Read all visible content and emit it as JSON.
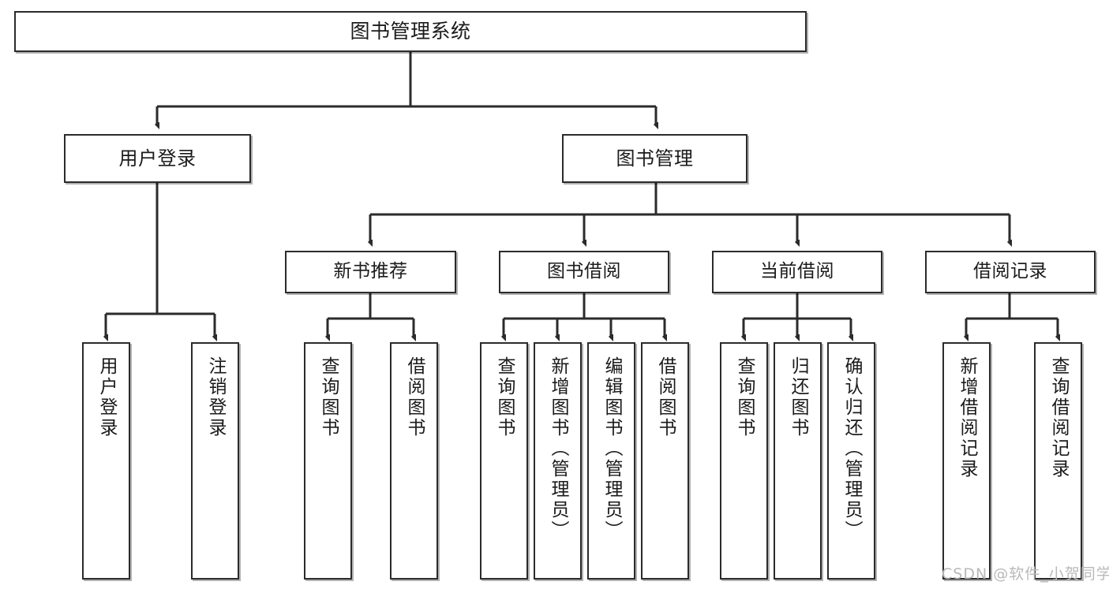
{
  "diagram": {
    "type": "tree",
    "title": "图书管理系统",
    "watermark": "CSDN @软件_小贺同学",
    "colors": {
      "node_border": "#2b2b2b",
      "node_fill": "#ffffff",
      "edge": "#2b2b2b",
      "text": "#1b1b1b",
      "watermark": "#b9b9b9",
      "background": "#ffffff"
    },
    "nodes": {
      "root": {
        "label": "图书管理系统"
      },
      "level2": [
        {
          "id": "user-login",
          "label": "用户登录"
        },
        {
          "id": "book-management",
          "label": "图书管理"
        }
      ],
      "level3": [
        {
          "id": "new-book-recommend",
          "label": "新书推荐"
        },
        {
          "id": "book-borrow",
          "label": "图书借阅"
        },
        {
          "id": "current-borrow",
          "label": "当前借阅"
        },
        {
          "id": "borrow-record",
          "label": "借阅记录"
        }
      ],
      "leaves": {
        "user_login": [
          {
            "id": "leaf-user-login",
            "label": "用户登录"
          },
          {
            "id": "leaf-logout-login",
            "label": "注销登录"
          }
        ],
        "new_book_recommend": [
          {
            "id": "leaf-query-book-1",
            "label": "查询图书"
          },
          {
            "id": "leaf-borrow-book-1",
            "label": "借阅图书"
          }
        ],
        "book_borrow": [
          {
            "id": "leaf-query-book-2",
            "label": "查询图书"
          },
          {
            "id": "leaf-add-book",
            "label": "新增图书（管理员）"
          },
          {
            "id": "leaf-edit-book",
            "label": "编辑图书（管理员）"
          },
          {
            "id": "leaf-borrow-book-2",
            "label": "借阅图书"
          }
        ],
        "current_borrow": [
          {
            "id": "leaf-query-book-3",
            "label": "查询图书"
          },
          {
            "id": "leaf-return-book",
            "label": "归还图书"
          },
          {
            "id": "leaf-confirm-return",
            "label": "确认归还（管理员）"
          }
        ],
        "borrow_record": [
          {
            "id": "leaf-add-record",
            "label": "新增借阅记录"
          },
          {
            "id": "leaf-query-record",
            "label": "查询借阅记录"
          }
        ]
      }
    }
  }
}
